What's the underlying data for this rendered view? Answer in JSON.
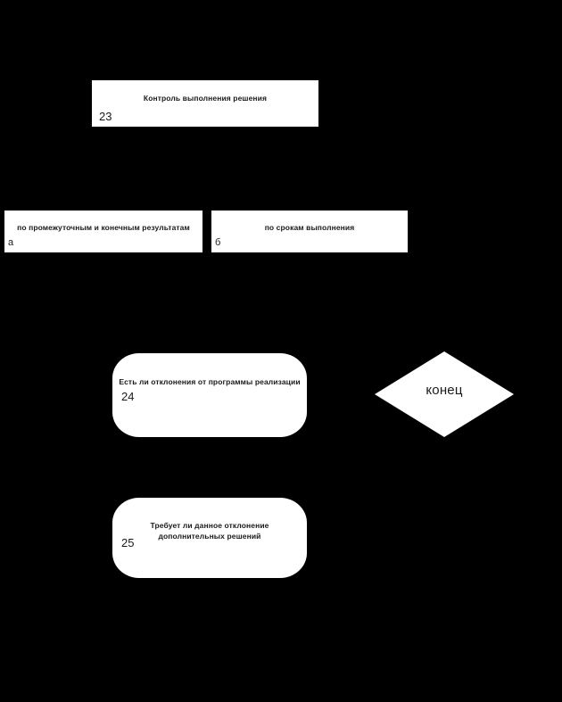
{
  "diagram": {
    "background_color": "#000000",
    "shape_fill_color": "#ffffff",
    "text_color": "#1a1a1a",
    "language": "ru",
    "nodes": [
      {
        "id": "node-23",
        "shape": "rectangle",
        "number": "23",
        "title": "Контроль выполнения решения"
      },
      {
        "id": "node-a",
        "shape": "rectangle",
        "number": "а",
        "title": "по промежуточным и конечным результатам"
      },
      {
        "id": "node-b",
        "shape": "rectangle",
        "number": "б",
        "title": "по срокам выполнения"
      },
      {
        "id": "node-24",
        "shape": "rounded-rectangle",
        "number": "24",
        "title": "Есть ли отклонения от программы реализации"
      },
      {
        "id": "node-25",
        "shape": "rounded-rectangle",
        "number": "25",
        "title": "Требует ли данное отклонение\nдополнительных решений"
      },
      {
        "id": "node-end",
        "shape": "diamond",
        "number": "",
        "title": "конец"
      }
    ]
  }
}
